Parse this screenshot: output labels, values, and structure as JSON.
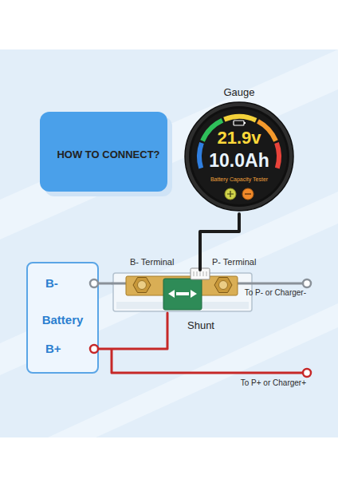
{
  "diagram": {
    "nodes": [
      {
        "text": [
          "HOW TO CONNECT?"
        ]
      },
      {
        "text": [
          "Gauge",
          "21.9v",
          "10.0Ah",
          "Battery Capacity Tester"
        ]
      },
      {
        "text": [
          "B-",
          "Battery",
          "B+"
        ]
      },
      {
        "text": [
          "Shunt"
        ]
      }
    ],
    "edges": [
      {
        "from": 1,
        "to": 3,
        "arrow": "none"
      },
      {
        "from": 2,
        "to": 3,
        "arrow": "none"
      },
      {
        "from": 2,
        "to": 3,
        "arrow": "none"
      }
    ],
    "labels": [
      "B- Terminal",
      "P- Terminal",
      "To P- or Charger-",
      "To P+ or Charger+"
    ]
  }
}
